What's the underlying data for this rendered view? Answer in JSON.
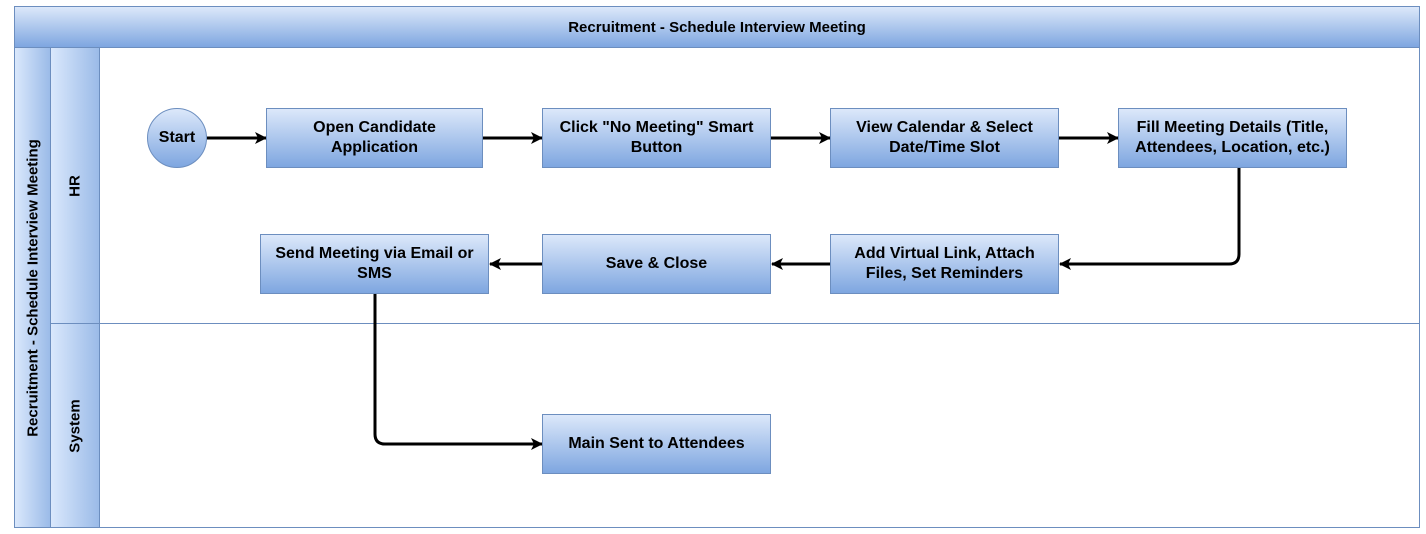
{
  "pool": {
    "title": "Recruitment - Schedule Interview Meeting",
    "side_label": "Recruitment - Schedule Interview Meeting"
  },
  "lanes": {
    "hr": "HR",
    "system": "System"
  },
  "nodes": {
    "start": "Start",
    "open_application": "Open Candidate Application",
    "click_no_meeting": "Click \"No Meeting\" Smart Button",
    "view_calendar": "View Calendar & Select Date/Time Slot",
    "fill_details": "Fill Meeting Details (Title, Attendees, Location, etc.)",
    "add_virtual_link": "Add Virtual Link, Attach Files, Set Reminders",
    "save_close": "Save & Close",
    "send_meeting": "Send Meeting via Email or SMS",
    "mail_sent": "Main Sent to Attendees"
  },
  "colors": {
    "fill_top": "#dce8fa",
    "fill_bottom": "#7ea6e0",
    "stroke": "#6c8ebf",
    "arrow": "#000000"
  }
}
